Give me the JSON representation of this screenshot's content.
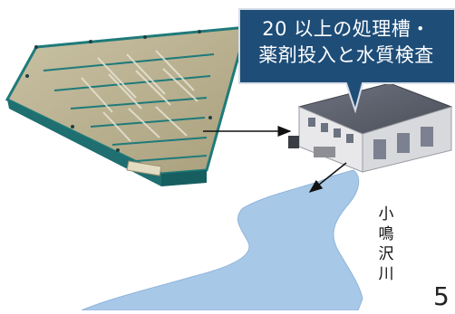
{
  "callout": {
    "line1": "20 以上の処理槽・",
    "line2": "薬剤投入と水質検査",
    "background": "#1e4d78",
    "text_color": "#ffffff"
  },
  "river": {
    "label_chars": [
      "小",
      "鳴",
      "沢",
      "川"
    ],
    "color": "#a8c8e8"
  },
  "page_number": "5",
  "colors": {
    "pond_frame": "#1f7a7a",
    "pond_floor": "#b7ad8a",
    "building_roof": "#5a5f6b",
    "building_wall": "#e8e8ea",
    "arrow": "#111111"
  }
}
